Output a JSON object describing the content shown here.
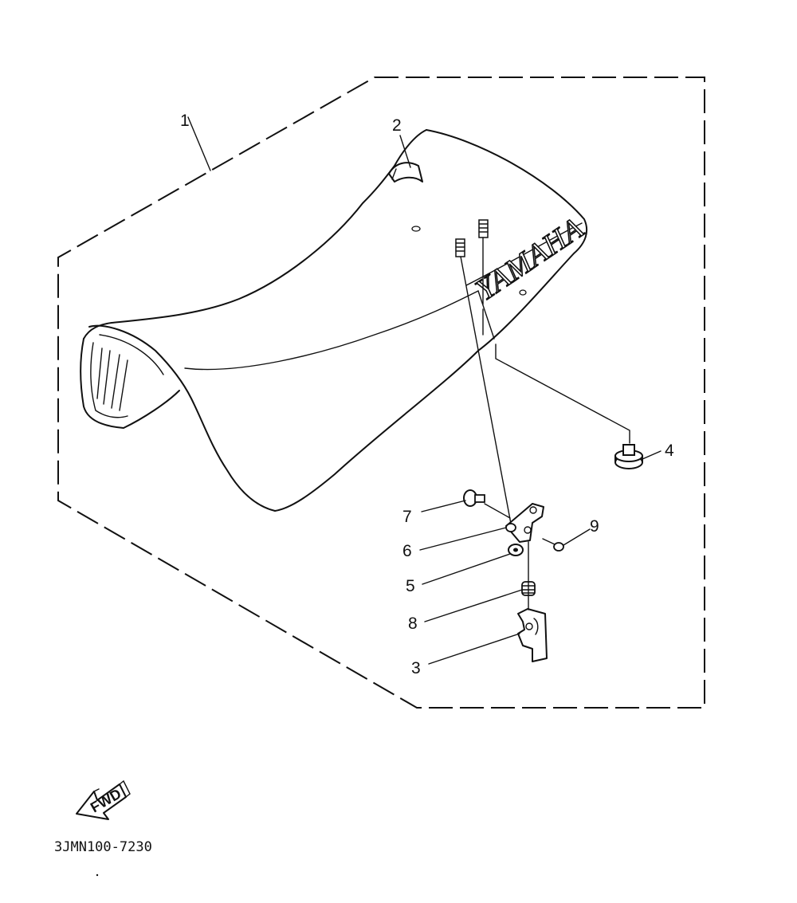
{
  "callouts": [
    {
      "id": "c1",
      "text": "1"
    },
    {
      "id": "c2",
      "text": "2"
    },
    {
      "id": "c3",
      "text": "3"
    },
    {
      "id": "c4",
      "text": "4"
    },
    {
      "id": "c5",
      "text": "5"
    },
    {
      "id": "c6",
      "text": "6"
    },
    {
      "id": "c7",
      "text": "7"
    },
    {
      "id": "c8",
      "text": "8"
    },
    {
      "id": "c9",
      "text": "9"
    }
  ],
  "brand_text": "YAMAHA",
  "fwd_arrow_text": "FWD",
  "drawing_code": "3JMN100-7230"
}
